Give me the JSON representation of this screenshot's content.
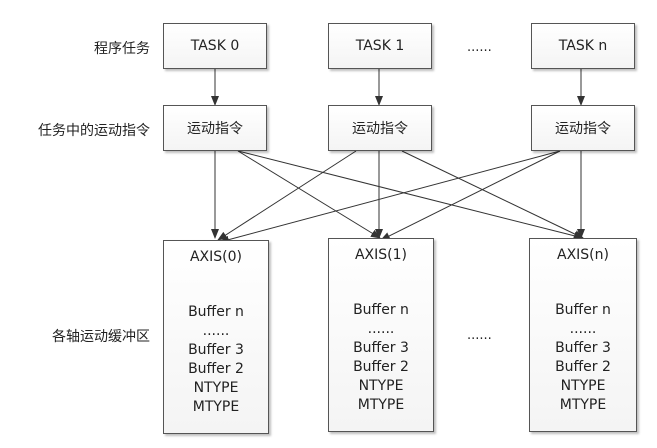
{
  "row_labels": {
    "tasks": "程序任务",
    "commands": "任务中的运动指令",
    "buffers": "各轴运动缓冲区"
  },
  "tasks": [
    "TASK 0",
    "TASK 1",
    "TASK n"
  ],
  "task_ellipsis": "......",
  "commands": [
    "运动指令",
    "运动指令",
    "运动指令"
  ],
  "axes": [
    {
      "title": "AXIS(0)",
      "items": [
        "Buffer  n",
        "......",
        "Buffer 3",
        "Buffer 2",
        "NTYPE",
        "MTYPE"
      ]
    },
    {
      "title": "AXIS(1)",
      "items": [
        "Buffer  n",
        "......",
        "Buffer 3",
        "Buffer 2",
        "NTYPE",
        "MTYPE"
      ]
    },
    {
      "title": "AXIS(n)",
      "items": [
        "Buffer  n",
        "......",
        "Buffer 3",
        "Buffer 2",
        "NTYPE",
        "MTYPE"
      ]
    }
  ],
  "axis_ellipsis": "......",
  "colors": {
    "line": "#333333",
    "box_border": "#555555"
  }
}
